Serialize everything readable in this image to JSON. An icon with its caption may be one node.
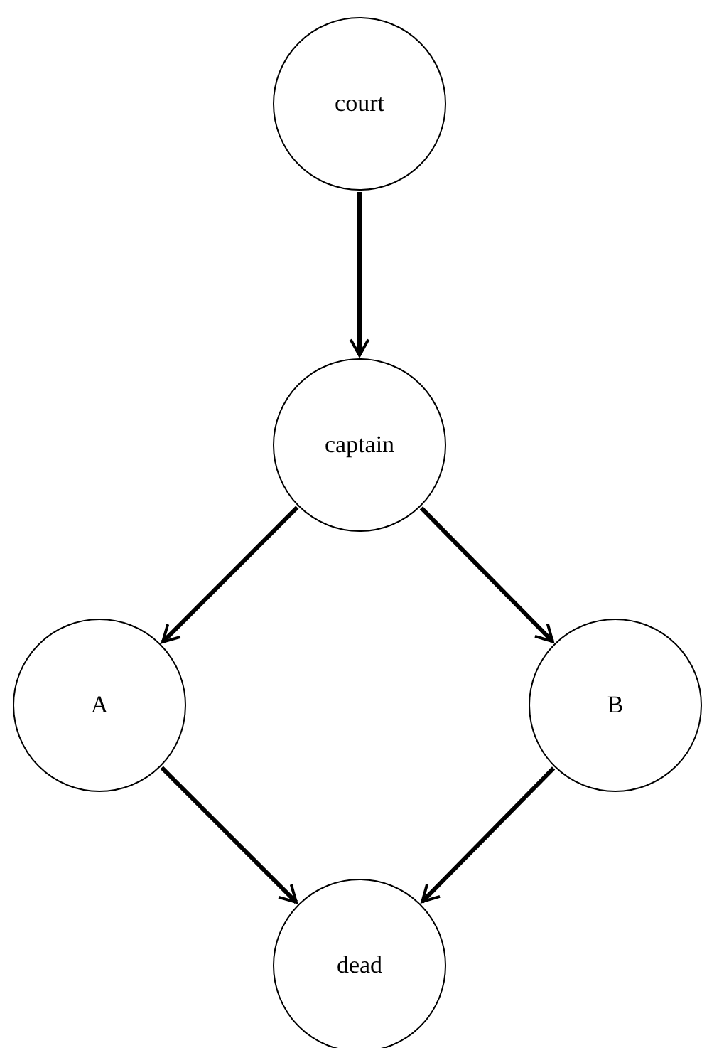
{
  "diagram": {
    "nodes": [
      {
        "text": [
          "court"
        ]
      },
      {
        "text": [
          "captain"
        ]
      },
      {
        "text": [
          "A"
        ]
      },
      {
        "text": [
          "B"
        ]
      },
      {
        "text": [
          "dead"
        ]
      }
    ],
    "edges": [
      {
        "from": 0,
        "to": 1,
        "arrow": "to"
      },
      {
        "from": 1,
        "to": 2,
        "arrow": "to"
      },
      {
        "from": 1,
        "to": 3,
        "arrow": "to"
      },
      {
        "from": 2,
        "to": 4,
        "arrow": "to"
      },
      {
        "from": 3,
        "to": 4,
        "arrow": "to"
      }
    ]
  }
}
